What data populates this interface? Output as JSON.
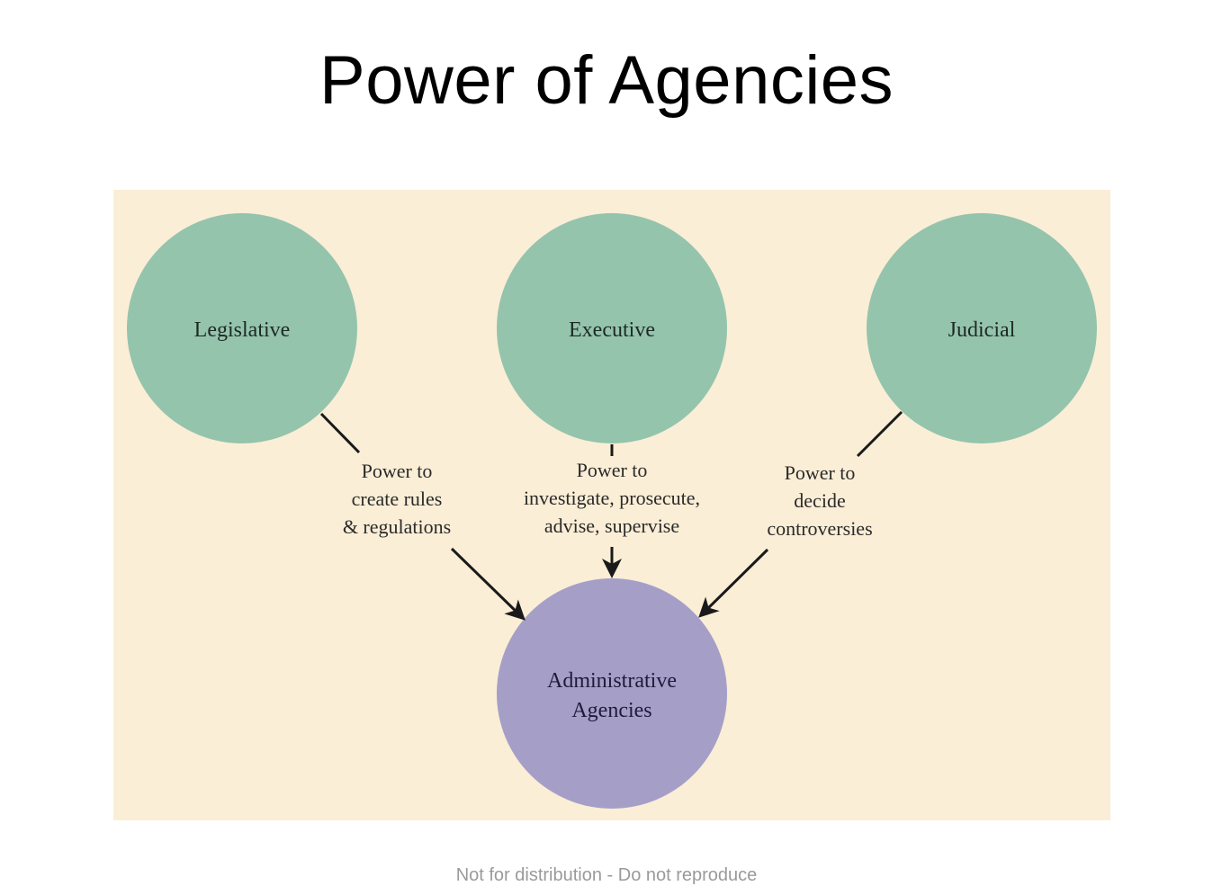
{
  "slide": {
    "title": "Power of Agencies",
    "footer": "Not for distribution - Do not reproduce"
  },
  "diagram": {
    "background_color": "#fbeed6",
    "nodes": {
      "legislative": {
        "label": "Legislative",
        "color": "#95c4ad"
      },
      "executive": {
        "label": "Executive",
        "color": "#95c4ad"
      },
      "judicial": {
        "label": "Judicial",
        "color": "#95c4ad"
      },
      "agencies": {
        "label_line1": "Administrative",
        "label_line2": "Agencies",
        "color": "#a59fc8"
      }
    },
    "edges": {
      "legislative": {
        "line1": "Power to",
        "line2": "create rules",
        "line3": "& regulations"
      },
      "executive": {
        "line1": "Power to",
        "line2": "investigate, prosecute,",
        "line3": "advise, supervise"
      },
      "judicial": {
        "line1": "Power to",
        "line2": "decide",
        "line3": "controversies"
      }
    },
    "arrow_color": "#1a1a1a"
  }
}
